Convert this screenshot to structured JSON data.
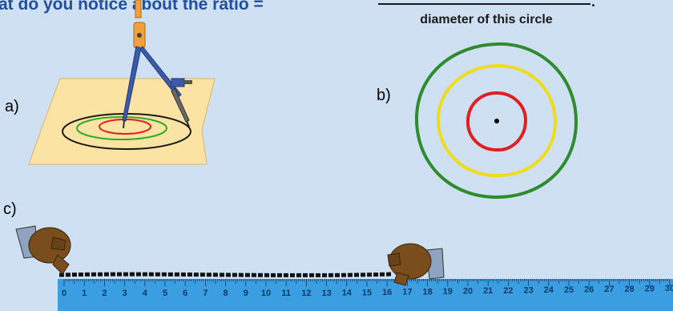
{
  "heading": {
    "question": "at do you notice about the ratio =",
    "denominator": "diameter of this circle"
  },
  "labels": {
    "a": "a)",
    "b": "b)",
    "c": "c)"
  },
  "ruler": {
    "numbers": [
      "0",
      "1",
      "2",
      "3",
      "4",
      "5",
      "6",
      "7",
      "8",
      "9",
      "10",
      "11",
      "12",
      "13",
      "14",
      "15",
      "16",
      "17",
      "18",
      "19",
      "20",
      "21",
      "22",
      "23",
      "24",
      "25",
      "26",
      "27",
      "28",
      "29",
      "30"
    ]
  },
  "colors": {
    "background": "#cfe0f2",
    "heading": "#1f4fa0",
    "ring_green": "#2e8b2e",
    "ring_yellow": "#f0dc1e",
    "ring_red": "#e02020",
    "ruler": "#3a9ee0",
    "paper": "#fbe3a3",
    "compass_orange": "#f0a03c",
    "compass_blue": "#3c5aa8"
  }
}
